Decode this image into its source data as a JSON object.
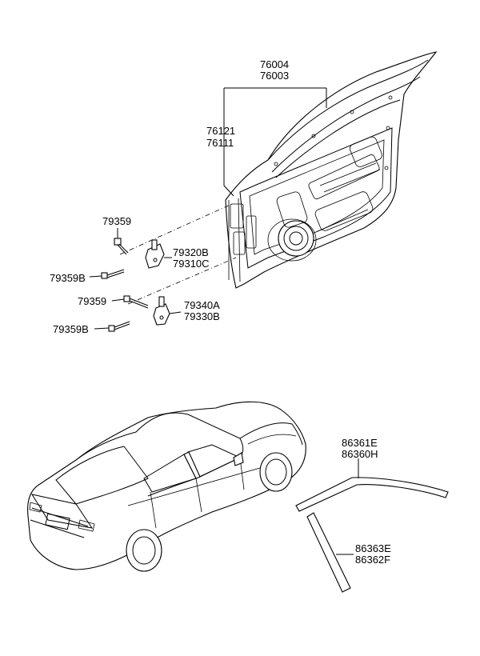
{
  "labels": {
    "door_panel_a": "76004",
    "door_panel_b": "76003",
    "door_outer_a": "76121",
    "door_outer_b": "76111",
    "bolt_upper_a": "79359",
    "hinge_upper_a": "79320B",
    "hinge_upper_b": "79310C",
    "bolt_upper_b": "79359B",
    "bolt_lower_a": "79359",
    "hinge_lower_a": "79340A",
    "hinge_lower_b": "79330B",
    "bolt_lower_b": "79359B",
    "moulding_top_a": "86361E",
    "moulding_top_b": "86360H",
    "moulding_side_a": "86363E",
    "moulding_side_b": "86362F"
  }
}
